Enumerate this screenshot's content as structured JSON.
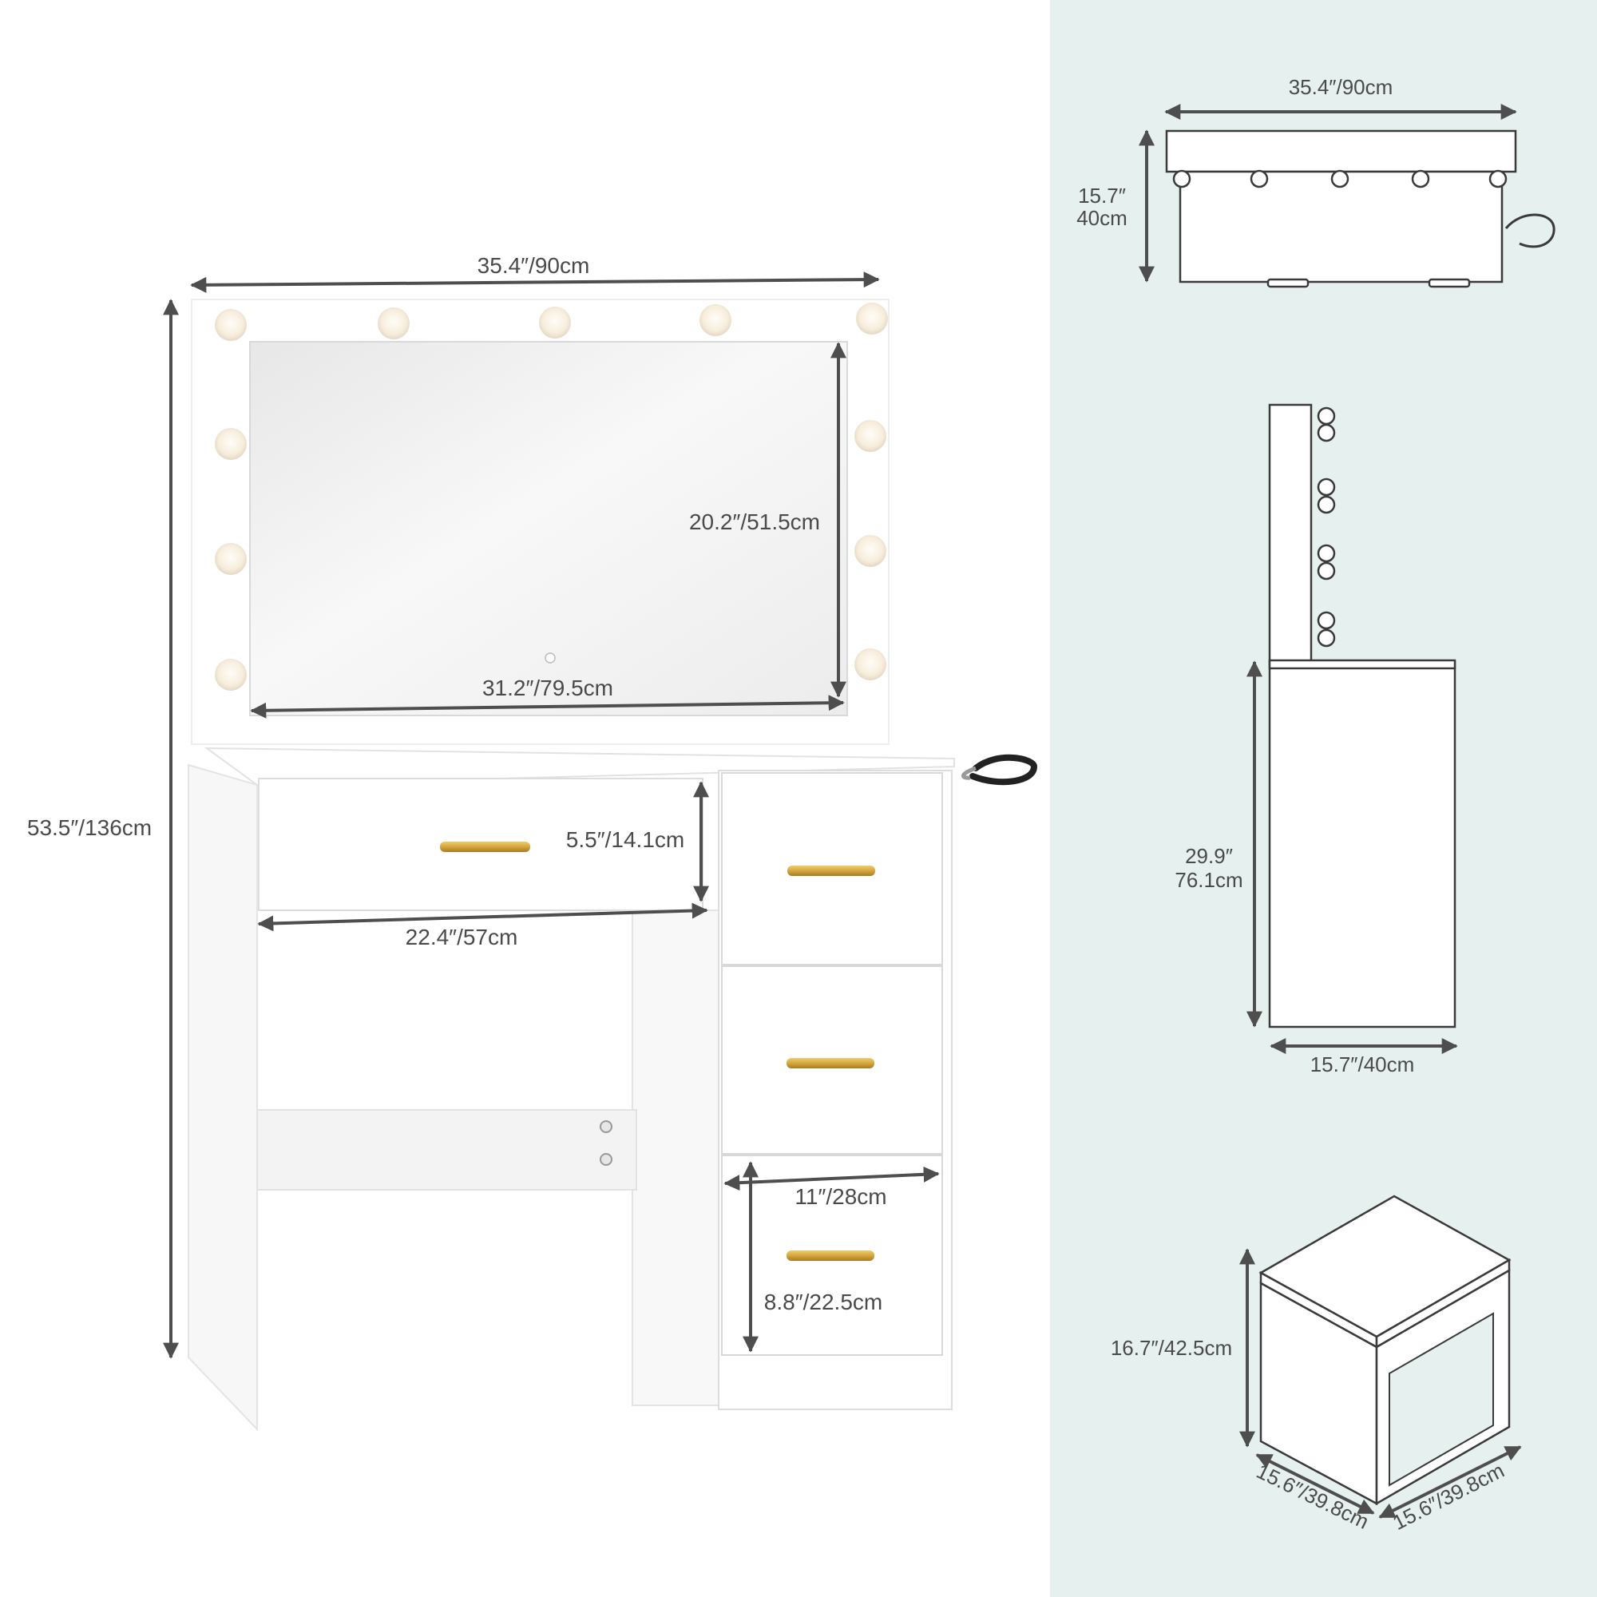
{
  "colors": {
    "right_panel_bg": "#e6f0ee",
    "dimension_line": "#4e4e4e",
    "handle_gold": "#d4a640",
    "furniture_white": "#ffffff",
    "bulb": "#fbf3e4"
  },
  "main_view": {
    "overall_width": "35.4″/90cm",
    "overall_height": "53.5″/136cm",
    "mirror_height": "20.2″/51.5cm",
    "mirror_width": "31.2″/79.5cm",
    "top_drawer_height": "5.5″/14.1cm",
    "top_drawer_width": "22.4″/57cm",
    "side_drawer_width": "11″/28cm",
    "side_drawer_height": "8.8″/22.5cm"
  },
  "top_view": {
    "width": "35.4″/90cm",
    "depth_line1": "15.7″",
    "depth_line2": "40cm"
  },
  "side_view": {
    "height_line1": "29.9″",
    "height_line2": "76.1cm",
    "depth": "15.7″/40cm"
  },
  "stool_view": {
    "height": "16.7″/42.5cm",
    "depth": "15.6″/39.8cm",
    "width": "15.6″/39.8cm"
  }
}
